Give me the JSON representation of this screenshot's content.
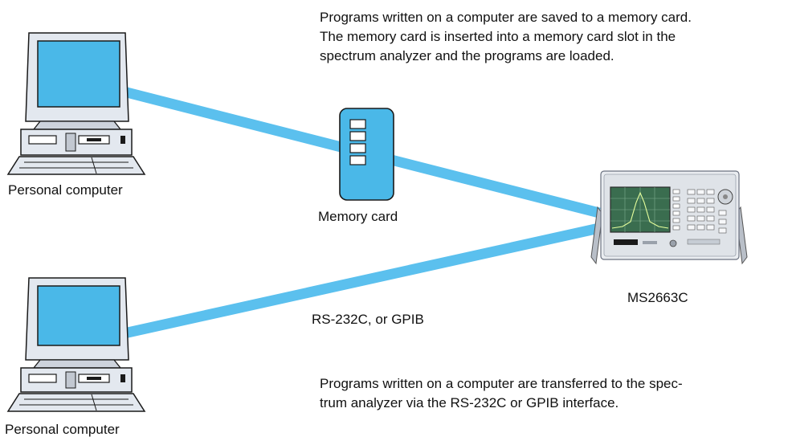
{
  "descriptions": {
    "memory_card_path": {
      "lines": [
        "Programs written on a computer are saved to a memory card.",
        "The memory card is inserted into a memory card slot in the",
        "spectrum analyzer and the programs are loaded."
      ]
    },
    "interface_path": {
      "lines": [
        "Programs written on a computer are transferred to the spec-",
        "trum analyzer via the RS-232C or GPIB interface."
      ]
    }
  },
  "labels": {
    "pc_top": "Personal computer",
    "pc_bottom": "Personal computer",
    "memory_card": "Memory card",
    "analyzer": "MS2663C",
    "interface_link": "RS-232C, or GPIB"
  },
  "colors": {
    "link": "#5bc0ee",
    "screen": "#4ab8e8",
    "device_body": "#e3e8ef",
    "outline": "#1a1a1a"
  }
}
